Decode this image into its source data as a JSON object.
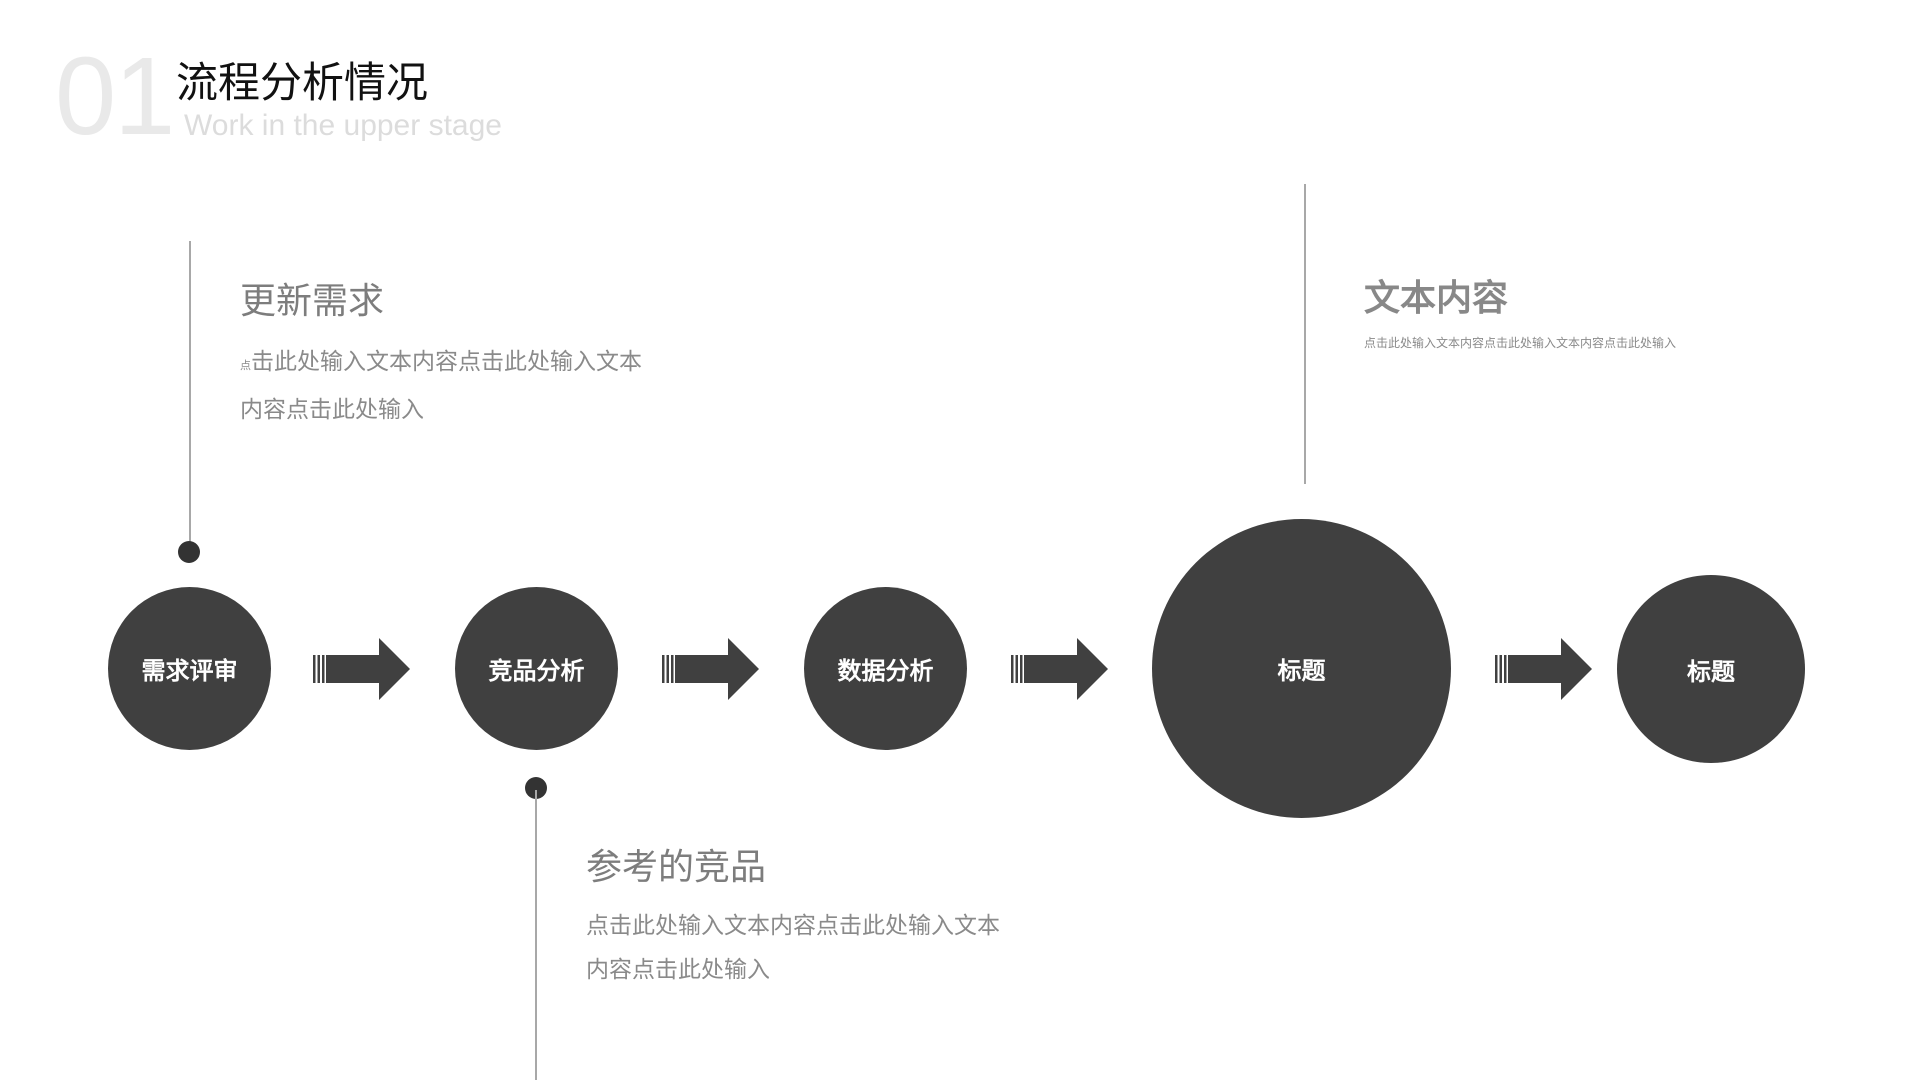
{
  "header": {
    "number": "01",
    "title": "流程分析情况",
    "subtitle": "Work in the upper stage"
  },
  "callouts": {
    "top_left": {
      "title": "更新需求",
      "body_prefix": "点",
      "body_line1": "击此处输入文本内容点击此处输入文本",
      "body_line2": "内容点击此处输入"
    },
    "bottom": {
      "title": "参考的竞品",
      "body_line1": "点击此处输入文本内容点击此处输入文本",
      "body_line2": "内容点击此处输入"
    },
    "top_right": {
      "title": "文本内容",
      "body": "点击此处输入文本内容点击此处输入文本内容点击此处输入"
    }
  },
  "process": {
    "steps": [
      {
        "label": "需求评审"
      },
      {
        "label": "竞品分析"
      },
      {
        "label": "数据分析"
      },
      {
        "label": "标题"
      },
      {
        "label": "标题"
      }
    ],
    "colors": {
      "circle": "#404040",
      "arrow": "#404040",
      "line": "#a8a8a8",
      "dot": "#333333"
    }
  }
}
